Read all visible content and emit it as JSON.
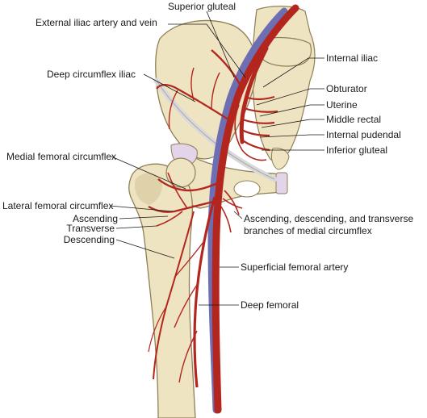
{
  "colors": {
    "background": "#ffffff",
    "bone": "#efe4c2",
    "bone_outline": "#8f7f57",
    "bone_shadow": "#d8c99e",
    "cartilage": "#e3d4ea",
    "artery": "#b3261e",
    "artery_dark": "#7d1410",
    "vein": "#6e6fb3",
    "ligament": "#d9d9d9",
    "text": "#1a1a1a"
  },
  "labels": {
    "superior_gluteal": "Superior gluteal",
    "external_iliac": "External iliac artery and vein",
    "internal_iliac": "Internal iliac",
    "deep_circumflex_iliac": "Deep circumflex iliac",
    "obturator": "Obturator",
    "uterine": "Uterine",
    "middle_rectal": "Middle rectal",
    "internal_pudendal": "Internal pudendal",
    "inferior_gluteal": "Inferior gluteal",
    "medial_femoral_circumflex": "Medial femoral circumflex",
    "lateral_femoral_circumflex": "Lateral femoral circumflex",
    "ascending": "Ascending",
    "transverse": "Transverse",
    "descending": "Descending",
    "asc_desc_trans_line1": "Ascending, descending, and transverse",
    "asc_desc_trans_line2": "branches of medial circumflex",
    "superficial_femoral": "Superficial femoral artery",
    "deep_femoral": "Deep femoral"
  }
}
